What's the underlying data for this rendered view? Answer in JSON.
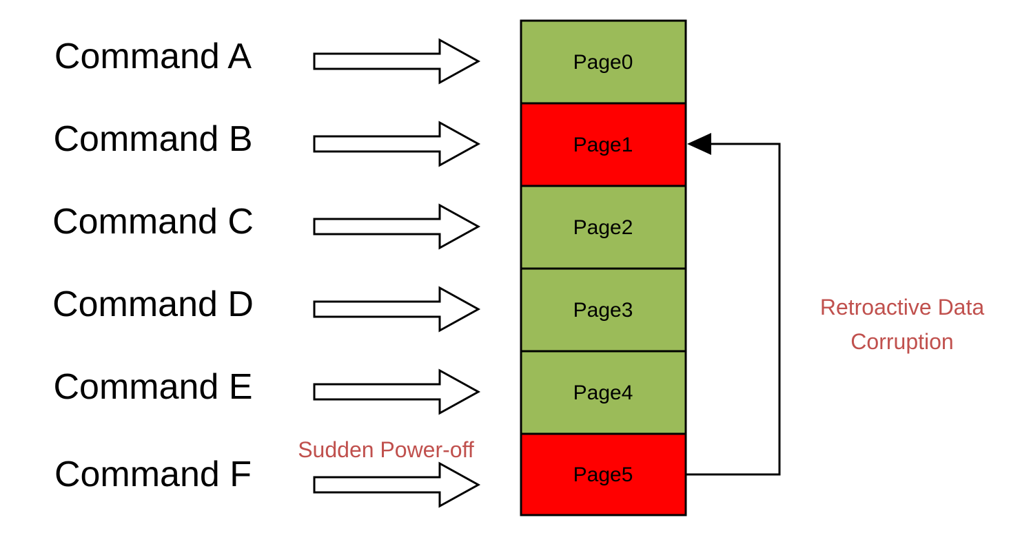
{
  "commands": [
    {
      "label": "Command A"
    },
    {
      "label": "Command B"
    },
    {
      "label": "Command C"
    },
    {
      "label": "Command D"
    },
    {
      "label": "Command E"
    },
    {
      "label": "Command F"
    }
  ],
  "pages": [
    {
      "label": "Page0",
      "status": "ok"
    },
    {
      "label": "Page1",
      "status": "corrupted"
    },
    {
      "label": "Page2",
      "status": "ok"
    },
    {
      "label": "Page3",
      "status": "ok"
    },
    {
      "label": "Page4",
      "status": "ok"
    },
    {
      "label": "Page5",
      "status": "corrupted"
    }
  ],
  "annotations": {
    "power_off": "Sudden Power-off",
    "retro_line1": "Retroactive Data",
    "retro_line2": "Corruption"
  },
  "colors": {
    "ok": "#9bbb59",
    "corrupted": "#ff0000",
    "annotation_text": "#c0504d",
    "outline": "#000000"
  }
}
